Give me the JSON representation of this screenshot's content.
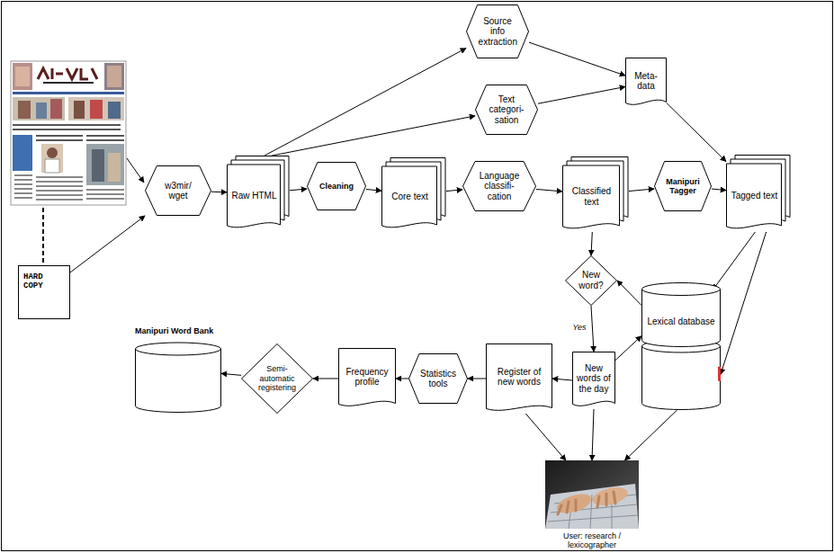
{
  "diagram": {
    "nodes": [
      {
        "text": [
          "Source info extraction"
        ]
      },
      {
        "text": [
          "Text categori- sation"
        ]
      },
      {
        "text": [
          "Meta- data"
        ]
      },
      {
        "text": [
          "w3mir/ wget"
        ]
      },
      {
        "text": [
          "Raw HTML"
        ]
      },
      {
        "text": [
          "Cleaning"
        ]
      },
      {
        "text": [
          "Core text"
        ]
      },
      {
        "text": [
          "Language classifi- cation"
        ]
      },
      {
        "text": [
          "Classified text"
        ]
      },
      {
        "text": [
          "Manipuri Tagger"
        ]
      },
      {
        "text": [
          "Tagged text"
        ]
      },
      {
        "text": [
          "New word?"
        ]
      },
      {
        "text": [
          "HARD COPY"
        ]
      },
      {
        "text": [
          "Lexical database"
        ]
      },
      {
        "text": [
          "Manipuri Word Bank"
        ]
      },
      {
        "text": [
          "Semi- automatic registering"
        ]
      },
      {
        "text": [
          "Frequency profile"
        ]
      },
      {
        "text": [
          "Statistics tools"
        ]
      },
      {
        "text": [
          "Register of new words"
        ]
      },
      {
        "text": [
          "New words of the day"
        ]
      },
      {
        "text": [
          "User: research / lexicographer"
        ]
      }
    ],
    "edges": [
      {
        "from": 4,
        "to": 0,
        "arrow": "to"
      },
      {
        "from": 4,
        "to": 1,
        "arrow": "to"
      },
      {
        "from": 0,
        "to": 2,
        "arrow": "to"
      },
      {
        "from": 1,
        "to": 2,
        "arrow": "to"
      },
      {
        "from": 2,
        "to": 10,
        "arrow": "to"
      },
      {
        "from": 3,
        "to": 4,
        "arrow": "to"
      },
      {
        "from": 4,
        "to": 5,
        "arrow": "to"
      },
      {
        "from": 5,
        "to": 6,
        "arrow": "to"
      },
      {
        "from": 6,
        "to": 7,
        "arrow": "to"
      },
      {
        "from": 7,
        "to": 8,
        "arrow": "to"
      },
      {
        "from": 8,
        "to": 9,
        "arrow": "to"
      },
      {
        "from": 9,
        "to": 10,
        "arrow": "to"
      },
      {
        "from": 12,
        "to": 3,
        "arrow": "to"
      },
      {
        "from": 8,
        "to": 11,
        "arrow": "to"
      },
      {
        "from": 13,
        "to": 11,
        "arrow": "to"
      },
      {
        "from": 11,
        "to": 19,
        "label": "Yes",
        "arrow": "to"
      },
      {
        "from": 10,
        "to": 13,
        "arrow": "to"
      },
      {
        "from": 10,
        "to": 13,
        "arrow": "to"
      },
      {
        "from": 19,
        "to": 13,
        "arrow": "to"
      },
      {
        "from": 19,
        "to": 18,
        "arrow": "to"
      },
      {
        "from": 18,
        "to": 17,
        "arrow": "to"
      },
      {
        "from": 17,
        "to": 16,
        "arrow": "to"
      },
      {
        "from": 16,
        "to": 15,
        "arrow": "to"
      },
      {
        "from": 15,
        "to": 14,
        "arrow": "to"
      },
      {
        "from": 18,
        "to": 20,
        "arrow": "to"
      },
      {
        "from": 19,
        "to": 20,
        "arrow": "to"
      },
      {
        "from": 13,
        "to": 20,
        "arrow": "to"
      }
    ]
  }
}
